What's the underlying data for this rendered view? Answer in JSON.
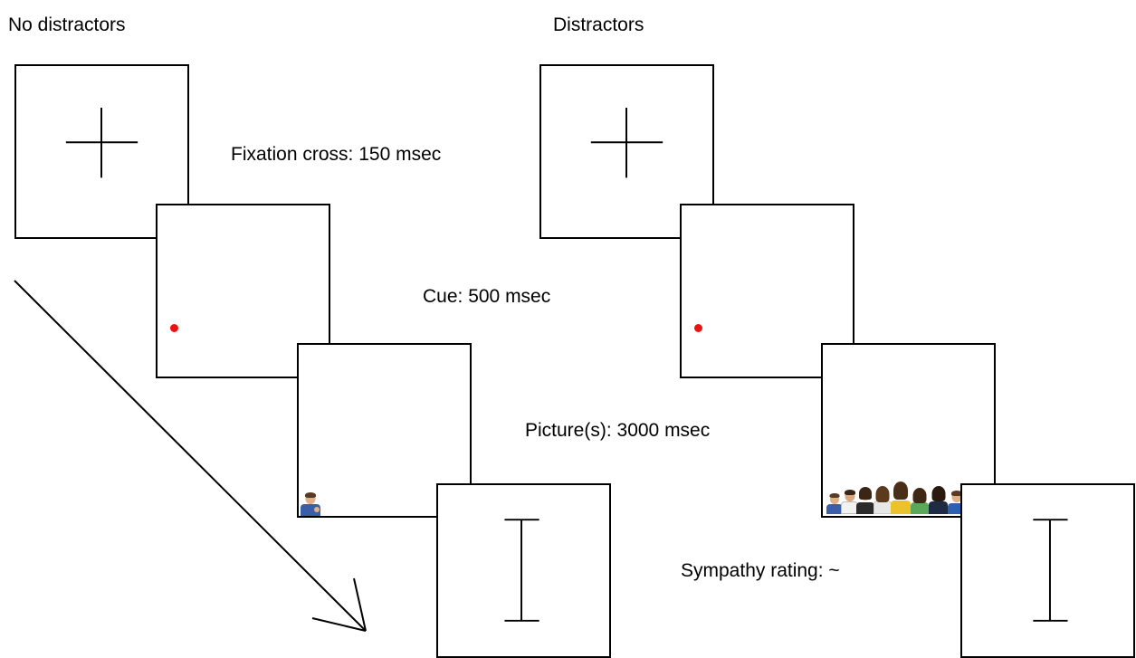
{
  "headings": {
    "left": "No distractors",
    "right": "Distractors"
  },
  "stages": {
    "fixation": "Fixation cross: 150 msec",
    "cue": "Cue: 500 msec",
    "pictures": "Picture(s): 3000 msec",
    "rating": "Sympathy rating: ~"
  },
  "colors": {
    "cue_dot": "#ee1111",
    "line": "#000000"
  },
  "icons": {
    "fixation": "plus-cross",
    "cue": "red-dot",
    "rating": "i-beam-scale",
    "time_arrow": "diagonal-arrow"
  }
}
